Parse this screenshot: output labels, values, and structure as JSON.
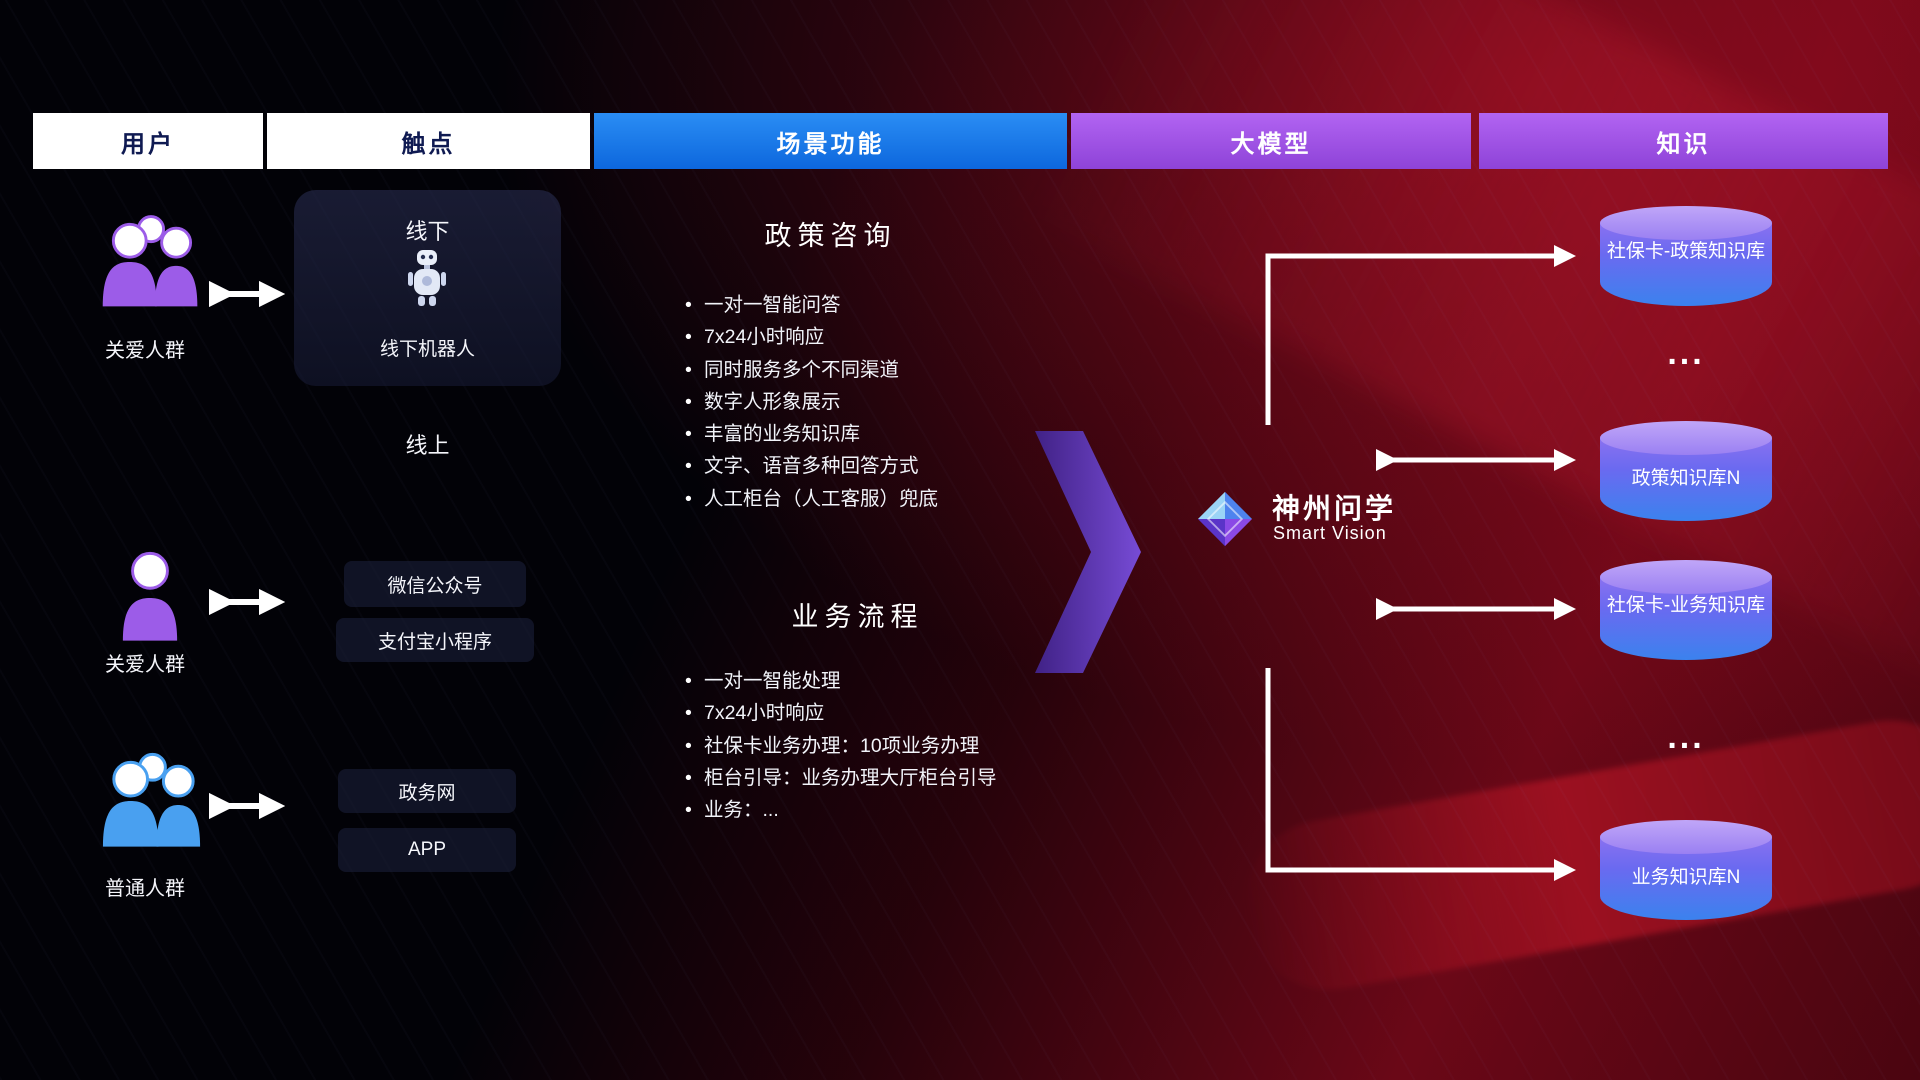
{
  "header": {
    "columns": [
      {
        "id": "users",
        "label": "用户"
      },
      {
        "id": "touchpoints",
        "label": "触点"
      },
      {
        "id": "scenarios",
        "label": "场景功能"
      },
      {
        "id": "model",
        "label": "大模型"
      },
      {
        "id": "knowledge",
        "label": "知识"
      }
    ]
  },
  "users": {
    "groups": [
      {
        "label": "关爱人群"
      },
      {
        "label": "关爱人群"
      },
      {
        "label": "普通人群"
      }
    ]
  },
  "touchpoints": {
    "offline": {
      "title": "线下",
      "robot_label": "线下机器人"
    },
    "online_title": "线上",
    "online_items": [
      "微信公众号",
      "支付宝小程序",
      "政务网",
      "APP"
    ]
  },
  "scenarios": {
    "sections": [
      {
        "title": "政策咨询",
        "items": [
          "一对一智能问答",
          "7x24小时响应",
          "同时服务多个不同渠道",
          "数字人形象展示",
          "丰富的业务知识库",
          "文字、语音多种回答方式",
          "人工柜台（人工客服）兜底"
        ]
      },
      {
        "title": "业务流程",
        "items": [
          "一对一智能处理",
          "7x24小时响应",
          "社保卡业务办理：10项业务办理",
          "柜台引导：业务办理大厅柜台引导",
          "业务：..."
        ]
      }
    ]
  },
  "model": {
    "name": "神州问学",
    "subtitle": "Smart Vision"
  },
  "knowledge": {
    "items": [
      {
        "label": "社保卡-政策知识库"
      },
      {
        "label": "政策知识库N"
      },
      {
        "label": "社保卡-业务知识库"
      },
      {
        "label": "业务知识库N"
      }
    ],
    "ellipsis": "..."
  },
  "colors": {
    "header_white_bg": "#ffffff",
    "header_white_text": "#0f1a52",
    "header_blue_bg": "#1478ea",
    "header_purple_bg": "#a257ea",
    "accent_purple": "#9c5ce8",
    "accent_blue": "#49a0f0",
    "big_arrow_purple": "#6a3fd0",
    "cylinder_cap": "#b49af8",
    "cylinder_body_top": "#8a71f0",
    "cylinder_body_bottom": "#3b82ee",
    "background_red": "#7d0a1c",
    "connector_white": "#ffffff"
  }
}
